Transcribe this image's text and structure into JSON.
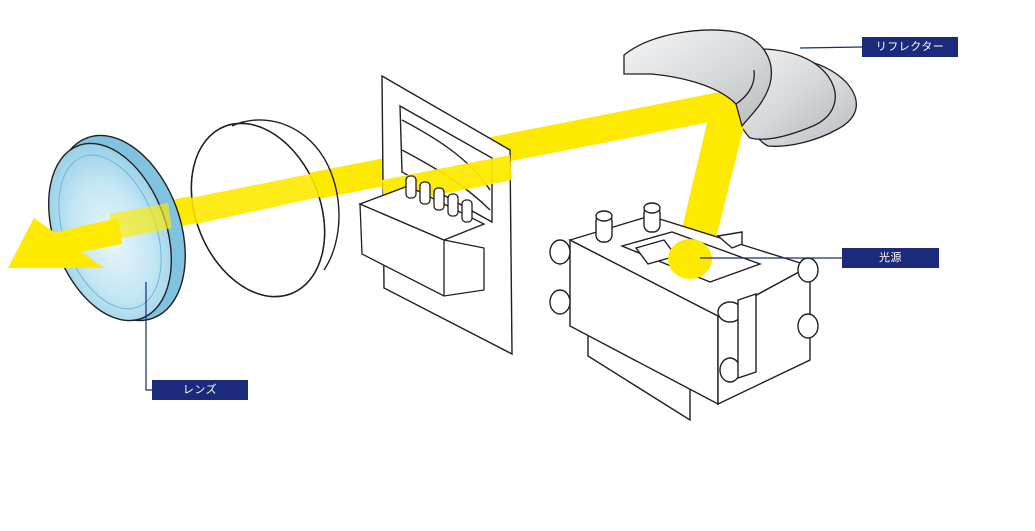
{
  "colors": {
    "beam": "#fdea00",
    "label_bg": "#1b2a7a",
    "leader": "#1b2a7a",
    "outline": "#231f20",
    "lens_glass": "#bfe3f3",
    "reflector": "#cfd3d6"
  },
  "labels": {
    "reflector": "リフレクター",
    "light_source": "光源",
    "lens": "レンズ"
  }
}
